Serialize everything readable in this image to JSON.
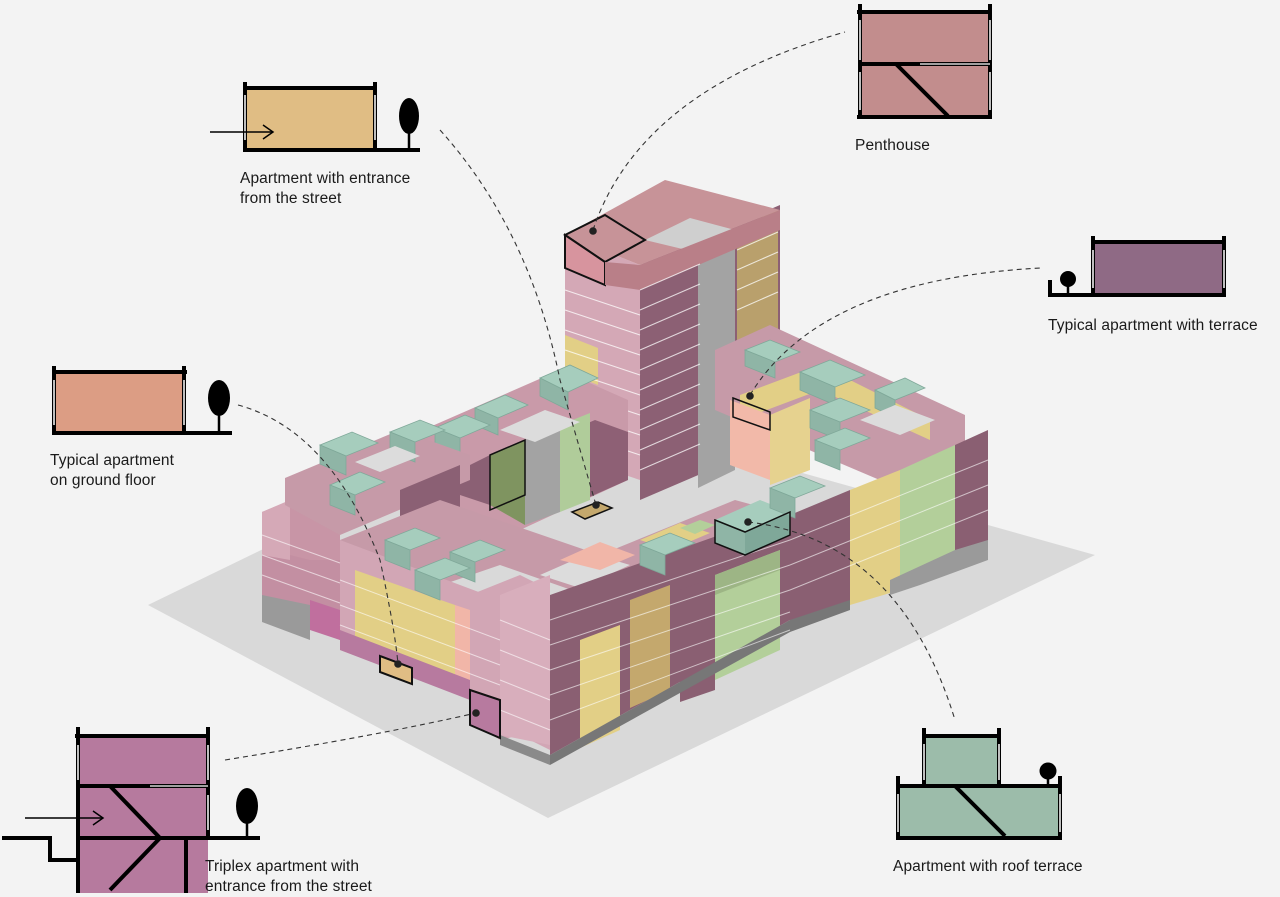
{
  "labels": {
    "entrance": [
      "Apartment with entrance",
      "from the street"
    ],
    "penthouse": [
      "Penthouse"
    ],
    "terrace": [
      "Typical apartment with terrace"
    ],
    "ground": [
      "Typical apartment",
      "on ground floor"
    ],
    "triplex": [
      "Triplex apartment with",
      "entrance from the street"
    ],
    "roof": [
      "Apartment with roof terrace"
    ]
  },
  "colors": {
    "background": "#f3f3f3",
    "ground_shadow": "#d9d9d9",
    "entrance": "#e0bd84",
    "penthouse": "#c28d8d",
    "terrace": "#8f6a85",
    "ground_floor": "#dc9d84",
    "triplex": "#b67a9e",
    "roof_terrace": "#9cbcaa",
    "mauve_light": "#d6aab7",
    "mauve_dark": "#8a5f72",
    "yellow": "#e2cf86",
    "green_light": "#b3cf9a",
    "mint": "#a8cdbf",
    "grey": "#a8a8a8",
    "salmon": "#f1b6a8"
  }
}
